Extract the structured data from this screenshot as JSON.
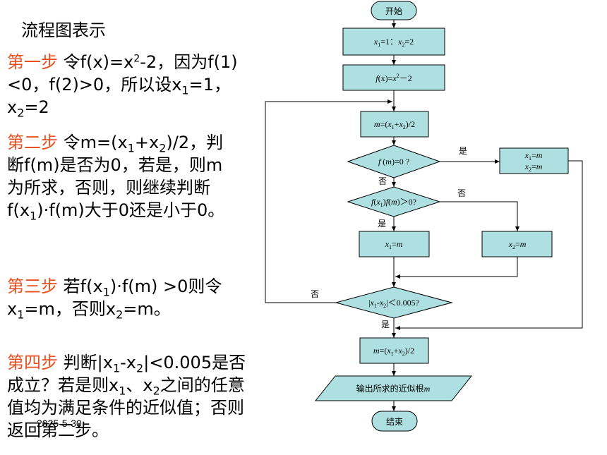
{
  "left_panel": {
    "title": "流程图表示",
    "step1": {
      "head": "第一步",
      "t1": "令f(x)=x",
      "sup": "2",
      "t2": "-2，因为f(1)<0，f(2)>0，所以设x",
      "s1": "1",
      "t3": "=1，x",
      "s2": "2",
      "t4": "=2"
    },
    "step2": {
      "head": "第二步",
      "t1": "令m=(x",
      "s1": "1",
      "t2": "+x",
      "s2": "2",
      "t3": ")/2，判断f(m)是否为0，若是，则m为所求，否则，则继续判断f(x",
      "s3": "1",
      "t4": ")·f(m)大于0还是小于0。"
    },
    "step3": {
      "head": "第三步",
      "t1": "若f(x",
      "s1": "1",
      "t2": ")·f(m) >0则令x",
      "s2": "1",
      "t3": "=m，否则x",
      "s3": "2",
      "t4": "=m。"
    },
    "step4": {
      "head": "第四步",
      "t1": "判断|x",
      "s1": "1",
      "t2": "-x",
      "s2": "2",
      "t3": "|<0.005是否成立？若是则x",
      "s3": "1",
      "t4": "、x",
      "s4": "2",
      "t5": "之间的任意值均为满足条件的近似值；否则返回第二步。"
    },
    "date": "2025-5-30"
  },
  "flowchart": {
    "start": "开始",
    "init": {
      "a": "x",
      "a_sub": "1",
      "a_eq": "=1：",
      "b": "x",
      "b_sub": "2",
      "b_eq": "=2"
    },
    "func": {
      "f": "f",
      "paren": "(x)=",
      "x": "x",
      "sup": "2",
      "rest": "－2"
    },
    "mid1": {
      "m": "m",
      "eq": "=(",
      "x1": "x",
      "x1_sub": "1",
      "plus": "+",
      "x2": "x",
      "x2_sub": "2",
      "tail": ")/2"
    },
    "cond1": {
      "f": "f",
      "open": " (",
      "m": "m",
      "rest": ")=0 ?"
    },
    "cond2": {
      "f1": "f",
      "open1": "(",
      "x": "x",
      "x_sub": "1",
      "close1": ")",
      "f2": "f",
      "open2": "(",
      "m": "m",
      "rest": ")＞0?"
    },
    "assign_both": {
      "l1_x": "x",
      "l1_sub": "1",
      "l1_eq": "=",
      "l1_m": "m",
      "l2_x": "x",
      "l2_sub": "2",
      "l2_eq": "=",
      "l2_m": "m"
    },
    "assign_x1": {
      "x": "x",
      "sub": "1",
      "eq": "=",
      "m": "m"
    },
    "assign_x2": {
      "x": "x",
      "sub": "2",
      "eq": "=",
      "m": "m"
    },
    "cond3": {
      "bar1": "|",
      "x1": "x",
      "x1_sub": "1",
      "minus": "-",
      "x2": "x",
      "x2_sub": "2",
      "bar2": "|",
      "rest": "＜0.005?"
    },
    "mid2": {
      "m": "m",
      "eq": "=(",
      "x1": "x",
      "x1_sub": "1",
      "plus": "+",
      "x2": "x",
      "x2_sub": "2",
      "tail": ")/2"
    },
    "output": {
      "text": "输出所求的近似根",
      "m": "m"
    },
    "end": "结束",
    "labels": {
      "yes1": "是",
      "no1": "否",
      "no2": "否",
      "yes2": "是",
      "no3": "否",
      "yes3": "是"
    },
    "colors": {
      "box_fill": "#aee0e2",
      "stroke": "#000000",
      "step_head": "#e8501e"
    }
  }
}
